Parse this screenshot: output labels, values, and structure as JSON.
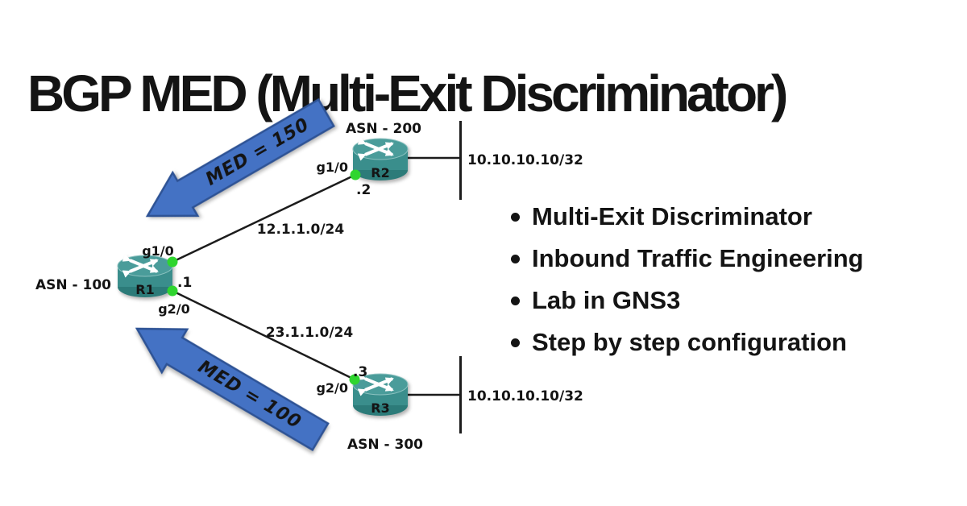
{
  "title": "BGP MED (Multi-Exit Discriminator)",
  "diagram": {
    "r1": {
      "name": "R1",
      "asn": "ASN - 100",
      "if_top": "g1/0",
      "ip": ".1",
      "if_bottom": "g2/0"
    },
    "r2": {
      "name": "R2",
      "asn": "ASN - 200",
      "iface": "g1/0",
      "ip": ".2",
      "lan": "10.10.10.10/32"
    },
    "r3": {
      "name": "R3",
      "asn": "ASN - 300",
      "iface": "g2/0",
      "ip": ".3",
      "lan": "10.10.10.10/32"
    },
    "link_top": {
      "subnet": "12.1.1.0/24"
    },
    "link_bottom": {
      "subnet": "23.1.1.0/24"
    },
    "arrow_top": {
      "label": "MED = 150"
    },
    "arrow_bottom": {
      "label": "MED = 100"
    }
  },
  "bullets": {
    "items": [
      {
        "label": "Multi-Exit Discriminator"
      },
      {
        "label": "Inbound Traffic Engineering"
      },
      {
        "label": "Lab in GNS3"
      },
      {
        "label": "Step by step configuration"
      }
    ]
  },
  "colors": {
    "arrow_fill": "#4472C4",
    "arrow_border": "#2E5395",
    "router_body": "#3A8E8C",
    "router_top": "#4A9C9A",
    "router_bottom": "#2C7B79",
    "interface_dot_green": "#2FD52F",
    "line_black": "#1C1C1C",
    "text_black": "#141414"
  }
}
